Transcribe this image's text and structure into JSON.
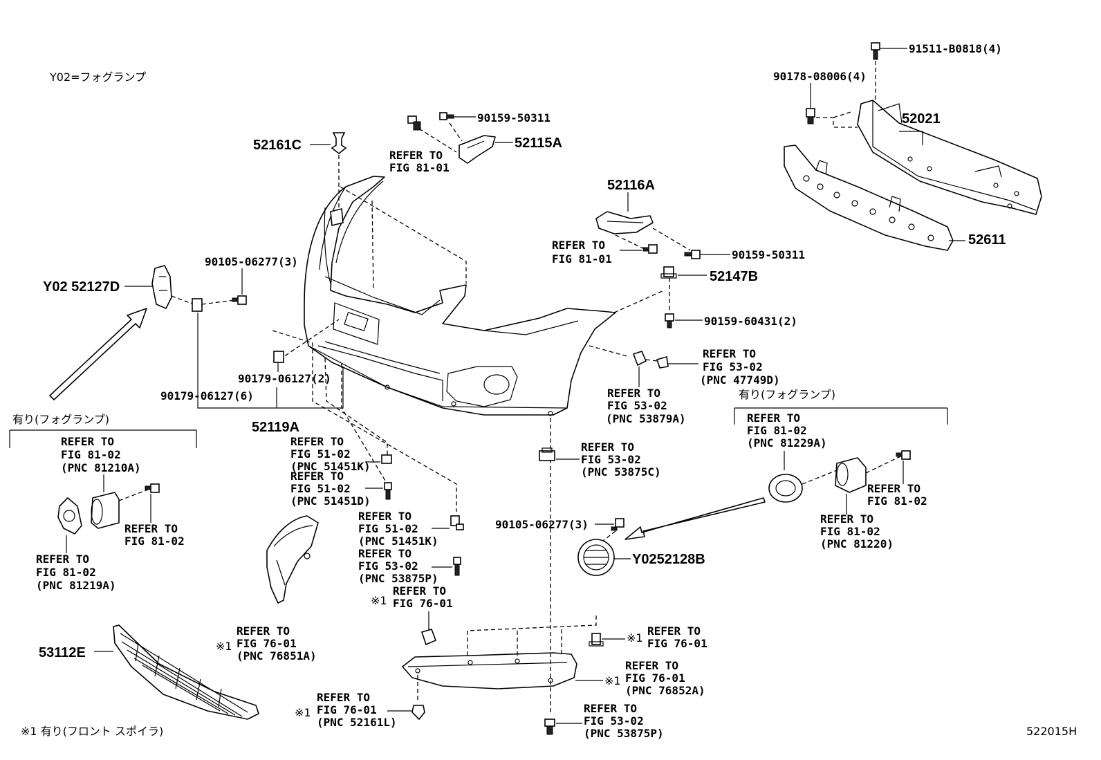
{
  "header": {
    "y02_note": "Y02=フォグランプ"
  },
  "labels": {
    "p91511": "91511-B0818(4)",
    "p90178": "90178-08006(4)",
    "p52021": "52021",
    "p52611": "52611",
    "p90159a": "90159-50311",
    "p52115A": "52115A",
    "p52161C": "52161C",
    "ref8101a": "REFER TO",
    "ref8101a2": "FIG 81-01",
    "p52116A": "52116A",
    "ref8101b": "REFER TO",
    "ref8101b2": "FIG 81-01",
    "p90159b": "90159-50311",
    "p52147B": "52147B",
    "p90159c": "90159-60431(2)",
    "p90105a": "90105-06277(3)",
    "p52127D": "Y02 52127D",
    "p90179a": "90179-06127(2)",
    "p90179b": "90179-06127(6)",
    "p52119A": "52119A",
    "ref5302a1": "REFER TO",
    "ref5302a2": "FIG 53-02",
    "ref5302a3": "(PNC 47749D)",
    "ref5302b1": "REFER TO",
    "ref5302b2": "FIG 53-02",
    "ref5302b3": "(PNC 53879A)",
    "fog_right_title": "有り(フォグランプ)",
    "ref8102r1": "REFER TO",
    "ref8102r2": "FIG 81-02",
    "ref8102r3": "(PNC 81229A)",
    "ref8102s1": "REFER TO",
    "ref8102s2": "FIG 81-02",
    "ref8102t1": "REFER TO",
    "ref8102t2": "FIG 81-02",
    "ref8102t3": "(PNC 81220)",
    "fog_left_title": "有り(フォグランプ)",
    "ref8102l1": "REFER TO",
    "ref8102l2": "FIG 81-02",
    "ref8102l3": "(PNC 81210A)",
    "ref8102m1": "REFER TO",
    "ref8102m2": "FIG 81-02",
    "ref8102n1": "REFER TO",
    "ref8102n2": "FIG 81-02",
    "ref8102n3": "(PNC 81219A)",
    "ref5102a1": "REFER TO",
    "ref5102a2": "FIG 51-02",
    "ref5102a3": "(PNC 51451K)",
    "ref5102b1": "REFER TO",
    "ref5102b2": "FIG 51-02",
    "ref5102b3": "(PNC 51451D)",
    "ref5102c1": "REFER TO",
    "ref5102c2": "FIG 51-02",
    "ref5102c3": "(PNC 51451K)",
    "ref5302c1": "REFER TO",
    "ref5302c2": "FIG 53-02",
    "ref5302c3": "(PNC 53875P)",
    "ref7601a0": "※1",
    "ref7601a1": "REFER TO",
    "ref7601a2": "FIG 76-01",
    "ref5302d1": "REFER TO",
    "ref5302d2": "FIG 53-02",
    "ref5302d3": "(PNC 53875C)",
    "p90105b": "90105-06277(3)",
    "p52128B": "Y0252128B",
    "ref7601b0": "※1",
    "ref7601b1": "REFER TO",
    "ref7601b2": "FIG 76-01",
    "ref7601b3": "(PNC 76851A)",
    "p53112E": "53112E",
    "ref7601c0": "※1",
    "ref7601c1": "REFER TO",
    "ref7601c2": "FIG 76-01",
    "ref7601d1": "REFER TO",
    "ref7601d0": "※1",
    "ref7601d2": "FIG 76-01",
    "ref7601d3": "(PNC 76852A)",
    "ref7601e1": "REFER TO",
    "ref7601e0": "※1",
    "ref7601e2": "FIG 76-01",
    "ref7601e3": "(PNC 52161L)",
    "ref5302e1": "REFER TO",
    "ref5302e2": "FIG 53-02",
    "ref5302e3": "(PNC 53875P)",
    "footnote": "※1 有り(フロント スポイラ)",
    "figure_code": "522015H"
  }
}
